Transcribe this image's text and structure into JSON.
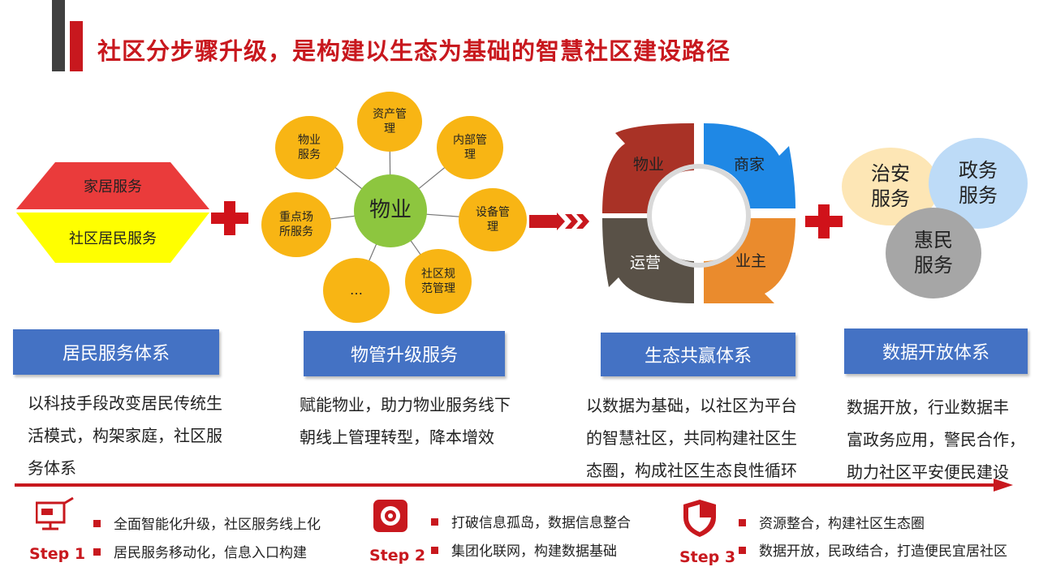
{
  "title": "社区分步骤升级，是构建以生态为基础的智慧社区建设路径",
  "section1": {
    "top_label": "家居服务",
    "bottom_label": "社区居民服务",
    "box_label": "居民服务体系",
    "desc": [
      "以科技手段改变居民传统生",
      "活模式，构架家庭，社区服",
      "务体系"
    ]
  },
  "section2": {
    "center": "物业",
    "nodes": [
      [
        "资产管",
        "理"
      ],
      [
        "内部管",
        "理"
      ],
      [
        "设备管",
        "理"
      ],
      [
        "社区规",
        "范管理"
      ],
      [
        "…"
      ],
      [
        "重点场",
        "所服务"
      ],
      [
        "物业",
        "服务"
      ]
    ],
    "box_label": "物管升级服务",
    "desc": [
      "赋能物业，助力物业服务线下",
      "朝线上管理转型，降本增效"
    ]
  },
  "section3": {
    "quadrants": [
      "物业",
      "商家",
      "运营",
      "业主"
    ],
    "colors": [
      "#a93226",
      "#1f88e5",
      "#595147",
      "#ea8b2d"
    ],
    "box_label": "生态共赢体系",
    "desc": [
      "以数据为基础，以社区为平台",
      "的智慧社区，共同构建社区生",
      "态圈，构成社区生态良性循环"
    ]
  },
  "section4": {
    "circles": [
      [
        "治安",
        "服务"
      ],
      [
        "政务",
        "服务"
      ],
      [
        "惠民",
        "服务"
      ]
    ],
    "box_label": "数据开放体系",
    "desc": [
      "数据开放，行业数据丰",
      "富政务应用，警民合作，",
      "助力社区平安便民建设"
    ]
  },
  "steps": [
    {
      "label": "Step 1",
      "icon": "presentation-icon",
      "bullets": [
        "全面智能化升级，社区服务线上化",
        "居民服务移动化，信息入口构建"
      ]
    },
    {
      "label": "Step 2",
      "icon": "safe-icon",
      "bullets": [
        "打破信息孤岛，数据信息整合",
        "集团化联网，构建数据基础"
      ]
    },
    {
      "label": "Step 3",
      "icon": "shield-icon",
      "bullets": [
        "资源整合，构建社区生态圈",
        "数据开放，民政结合，打造便民宜居社区"
      ]
    }
  ],
  "colors": {
    "accent_red": "#c8181e",
    "box_blue": "#4472c4",
    "yellow": "#f8b514",
    "green": "#8dc63f"
  }
}
